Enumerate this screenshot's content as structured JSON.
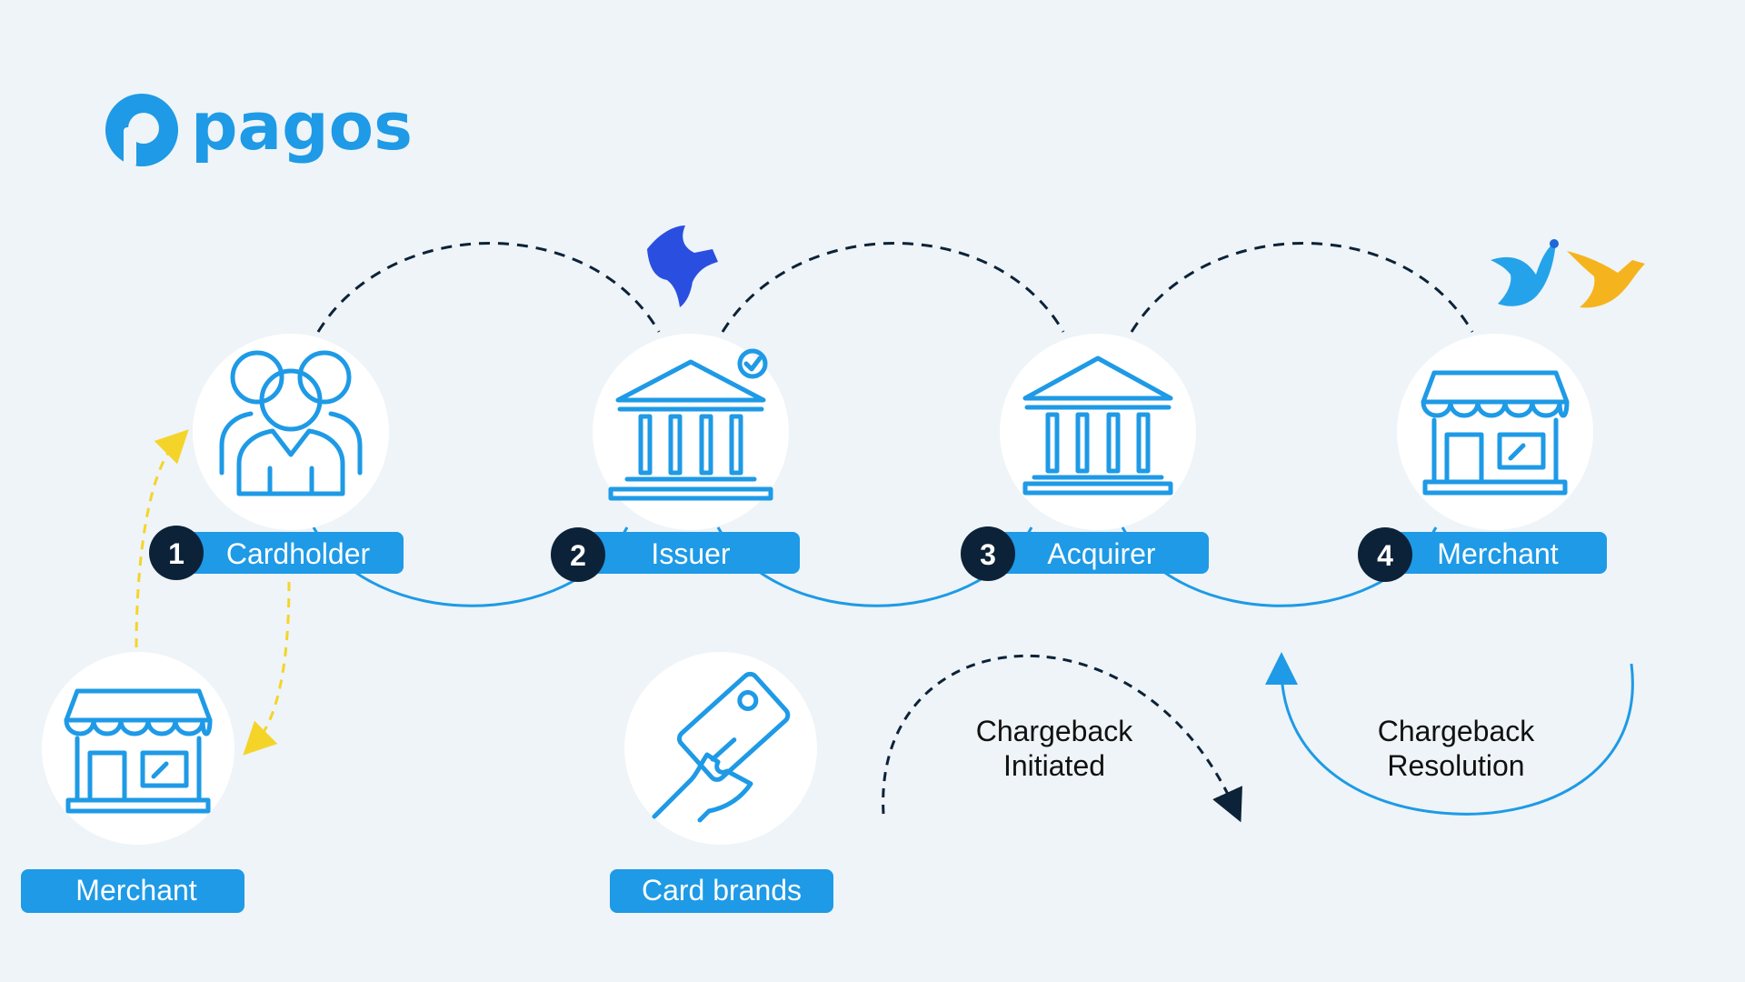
{
  "brand": {
    "logo_text": "pagos",
    "color": "#1e9ae6"
  },
  "colors": {
    "accent": "#1e9ae6",
    "dark": "#0c2238",
    "yellow": "#f5d42a",
    "background": "#eef4f7"
  },
  "steps": [
    {
      "number": "1",
      "label": "Cardholder",
      "icon": "people-icon"
    },
    {
      "number": "2",
      "label": "Issuer",
      "icon": "bank-verified-icon"
    },
    {
      "number": "3",
      "label": "Acquirer",
      "icon": "bank-icon"
    },
    {
      "number": "4",
      "label": "Merchant",
      "icon": "store-icon"
    }
  ],
  "side_nodes": [
    {
      "label": "Merchant",
      "icon": "store-icon"
    },
    {
      "label": "Card brands",
      "icon": "card-in-hand-icon"
    }
  ],
  "flows": {
    "initiated": [
      "Chargeback",
      "Initiated"
    ],
    "resolution": [
      "Chargeback",
      "Resolution"
    ]
  }
}
